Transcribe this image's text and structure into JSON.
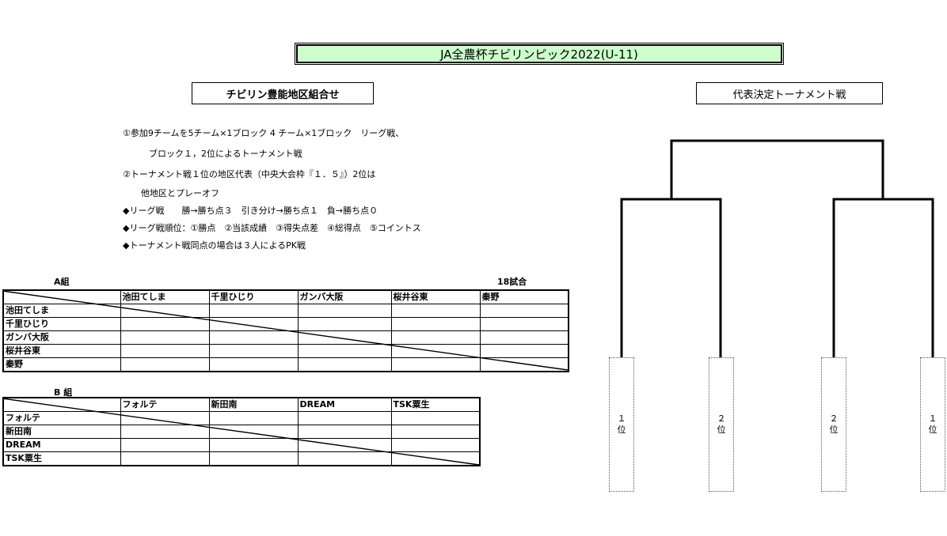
{
  "title": "JA全農杯チビリンピック2022(U-11)",
  "left_heading": "チビリン豊能地区組合せ",
  "right_heading": "代表決定トーナメント戦",
  "notes": [
    "①参加9チームを5チーム×1ブロック 4 チーム×1ブロック　リーグ戦、",
    "ブロック１，2位によるトーナメント戦",
    "②トーナメント戦１位の地区代表（中央大会枠『１．５』）2位は",
    "他地区とプレーオフ",
    "◆リーグ戦　　勝→勝ち点３　引き分け→勝ち点１　負→勝ち点０",
    "◆リーグ戦順位：①勝点　②当該成績　③得失点差　④総得点　⑤コイントス",
    "◆トーナメント戦同点の場合は３人によるPK戦"
  ],
  "group_a": {
    "label": "A組",
    "match_count": "18試合",
    "teams": [
      "池田てしま",
      "千里ひじり",
      "ガンバ大阪",
      "桜井谷東",
      "秦野"
    ]
  },
  "group_b": {
    "label": "B 組",
    "teams": [
      "フォルテ",
      "新田南",
      "DREAM",
      "TSK粟生"
    ]
  },
  "tournament": {
    "slots": [
      {
        "rank": "１",
        "suffix": "位"
      },
      {
        "rank": "２",
        "suffix": "位"
      },
      {
        "rank": "２",
        "suffix": "位"
      },
      {
        "rank": "１",
        "suffix": "位"
      }
    ]
  }
}
